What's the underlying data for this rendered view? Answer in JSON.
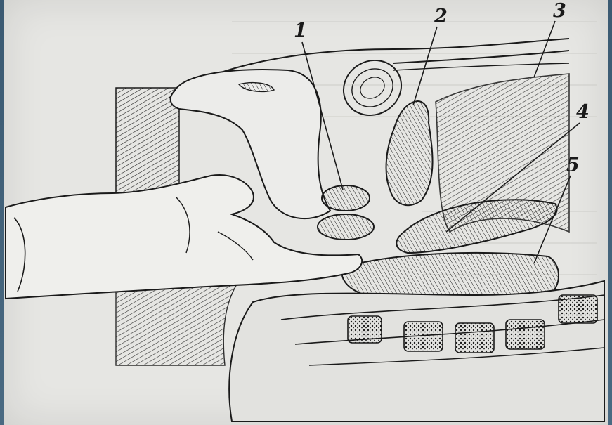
{
  "figure": {
    "callouts": [
      {
        "id": "callout-1",
        "label": "1"
      },
      {
        "id": "callout-2",
        "label": "2"
      },
      {
        "id": "callout-3",
        "label": "3"
      },
      {
        "id": "callout-4",
        "label": "4"
      },
      {
        "id": "callout-5",
        "label": "5"
      }
    ],
    "colors": {
      "frame": "#3f5c73",
      "paper": "#e6e6e3",
      "ink": "#1a1a1a"
    }
  }
}
